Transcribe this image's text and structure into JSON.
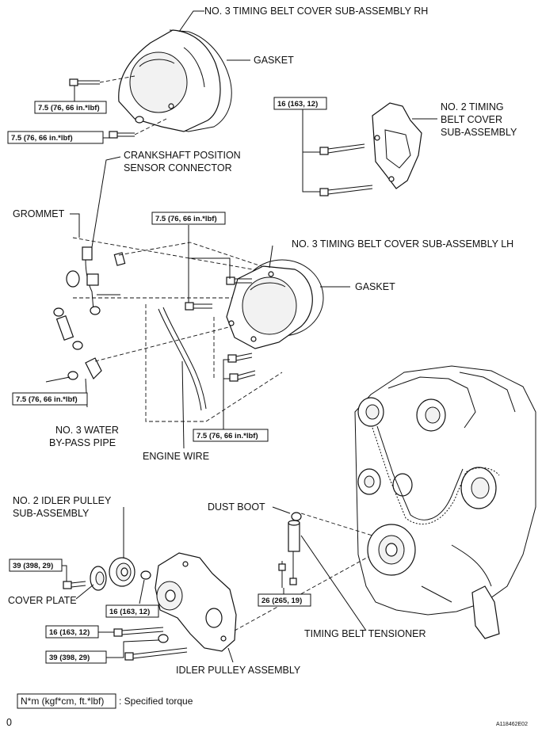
{
  "parts": {
    "cover_rh": "NO. 3 TIMING BELT COVER SUB-ASSEMBLY RH",
    "gasket_rh": "GASKET",
    "no2_cover_l1": "NO. 2 TIMING",
    "no2_cover_l2": "BELT COVER",
    "no2_cover_l3": "SUB-ASSEMBLY",
    "crank_l1": "CRANKSHAFT POSITION",
    "crank_l2": "SENSOR CONNECTOR",
    "grommet": "GROMMET",
    "cover_lh": "NO. 3 TIMING BELT COVER SUB-ASSEMBLY LH",
    "gasket_lh": "GASKET",
    "water_l1": "NO. 3 WATER",
    "water_l2": "BY-PASS PIPE",
    "engine_wire": "ENGINE WIRE",
    "idler_no2_l1": "NO. 2 IDLER PULLEY",
    "idler_no2_l2": "SUB-ASSEMBLY",
    "dust_boot": "DUST BOOT",
    "cover_plate": "COVER PLATE",
    "tensioner": "TIMING BELT TENSIONER",
    "idler_assy": "IDLER PULLEY ASSEMBLY"
  },
  "torques": {
    "t1": "7.5 (76, 66 in.*lbf)",
    "t2": "7.5 (76, 66 in.*lbf)",
    "t3": "16 (163, 12)",
    "t4": "7.5 (76, 66 in.*lbf)",
    "t5": "7.5 (76, 66 in.*lbf)",
    "t6": "7.5 (76, 66 in.*lbf)",
    "t7": "39 (398, 29)",
    "t8": "16 (163, 12)",
    "t9": "26 (265, 19)",
    "t10": "16 (163, 12)",
    "t11": "39 (398, 29)"
  },
  "legend": {
    "unit": "N*m (kgf*cm, ft.*lbf)",
    "text": ": Specified torque"
  },
  "footer": {
    "left": "0",
    "code": "A118462E02"
  }
}
